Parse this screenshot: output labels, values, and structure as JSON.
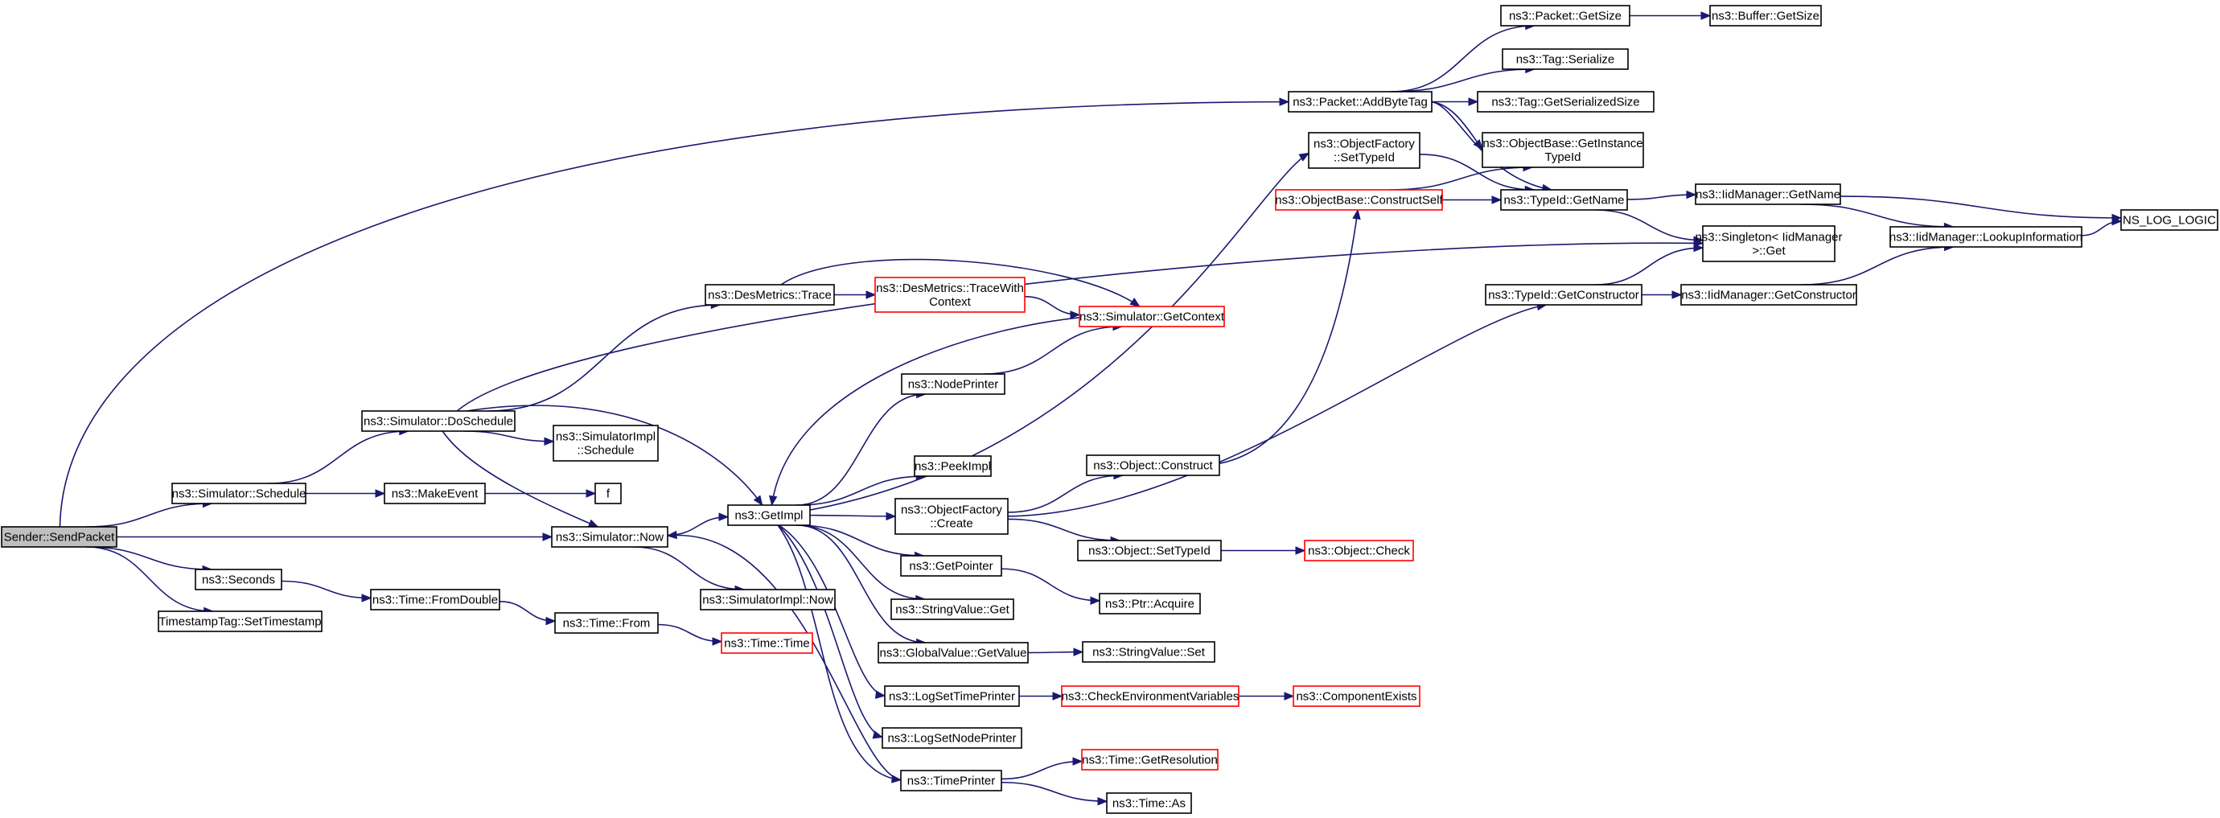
{
  "colors": {
    "edge": "#191970",
    "node_border": "#000000",
    "incomplete_border": "#ff0000",
    "root_fill": "#bfbfbf",
    "background": "#ffffff"
  },
  "nodes": [
    {
      "id": "sendpacket",
      "lines": [
        "Sender::SendPacket"
      ],
      "root": true
    },
    {
      "id": "addbytetag",
      "lines": [
        "ns3::Packet::AddByteTag"
      ]
    },
    {
      "id": "sched",
      "lines": [
        "ns3::Simulator::Schedule"
      ]
    },
    {
      "id": "now",
      "lines": [
        "ns3::Simulator::Now"
      ]
    },
    {
      "id": "seconds",
      "lines": [
        "ns3::Seconds"
      ]
    },
    {
      "id": "settimestamp",
      "lines": [
        "TimestampTag::SetTimestamp"
      ]
    },
    {
      "id": "doschedule",
      "lines": [
        "ns3::Simulator::DoSchedule"
      ]
    },
    {
      "id": "makeevent",
      "lines": [
        "ns3::MakeEvent"
      ]
    },
    {
      "id": "f",
      "lines": [
        "f"
      ]
    },
    {
      "id": "simimplschedule",
      "lines": [
        "ns3::SimulatorImpl",
        "::Schedule"
      ]
    },
    {
      "id": "destrace",
      "lines": [
        "ns3::DesMetrics::Trace"
      ]
    },
    {
      "id": "destracectx",
      "lines": [
        "ns3::DesMetrics::TraceWith",
        "Context"
      ],
      "red": true
    },
    {
      "id": "getcontext",
      "lines": [
        "ns3::Simulator::GetContext"
      ],
      "red": true
    },
    {
      "id": "getimpl",
      "lines": [
        "ns3::GetImpl"
      ]
    },
    {
      "id": "simimplnow",
      "lines": [
        "ns3::SimulatorImpl::Now"
      ]
    },
    {
      "id": "fromdouble",
      "lines": [
        "ns3::Time::FromDouble"
      ]
    },
    {
      "id": "timefrom",
      "lines": [
        "ns3::Time::From"
      ]
    },
    {
      "id": "timetime",
      "lines": [
        "ns3::Time::Time"
      ],
      "red": true
    },
    {
      "id": "nodeprinter",
      "lines": [
        "ns3::NodePrinter"
      ]
    },
    {
      "id": "peekimpl",
      "lines": [
        "ns3::PeekImpl"
      ]
    },
    {
      "id": "ofcreate",
      "lines": [
        "ns3::ObjectFactory",
        "::Create"
      ]
    },
    {
      "id": "getpointer",
      "lines": [
        "ns3::GetPointer"
      ]
    },
    {
      "id": "stringvalueget",
      "lines": [
        "ns3::StringValue::Get"
      ]
    },
    {
      "id": "gvgetvalue",
      "lines": [
        "ns3::GlobalValue::GetValue"
      ]
    },
    {
      "id": "logsettimeprinter",
      "lines": [
        "ns3::LogSetTimePrinter"
      ]
    },
    {
      "id": "logsetnodeprinter",
      "lines": [
        "ns3::LogSetNodePrinter"
      ]
    },
    {
      "id": "timeprinter",
      "lines": [
        "ns3::TimePrinter"
      ]
    },
    {
      "id": "ofsettypeid",
      "lines": [
        "ns3::ObjectFactory",
        "::SetTypeId"
      ]
    },
    {
      "id": "constructself",
      "lines": [
        "ns3::ObjectBase::ConstructSelf"
      ],
      "red": true
    },
    {
      "id": "objconstruct",
      "lines": [
        "ns3::Object::Construct"
      ]
    },
    {
      "id": "objsettypeid",
      "lines": [
        "ns3::Object::SetTypeId"
      ]
    },
    {
      "id": "objcheck",
      "lines": [
        "ns3::Object::Check"
      ],
      "red": true
    },
    {
      "id": "ptracquire",
      "lines": [
        "ns3::Ptr::Acquire"
      ]
    },
    {
      "id": "stringvalueset",
      "lines": [
        "ns3::StringValue::Set"
      ]
    },
    {
      "id": "checkenv",
      "lines": [
        "ns3::CheckEnvironmentVariables"
      ],
      "red": true
    },
    {
      "id": "componentexists",
      "lines": [
        "ns3::ComponentExists"
      ],
      "red": true
    },
    {
      "id": "getresolution",
      "lines": [
        "ns3::Time::GetResolution"
      ],
      "red": true
    },
    {
      "id": "timeas",
      "lines": [
        "ns3::Time::As"
      ]
    },
    {
      "id": "packetgetsize",
      "lines": [
        "ns3::Packet::GetSize"
      ]
    },
    {
      "id": "buffergetsize",
      "lines": [
        "ns3::Buffer::GetSize"
      ]
    },
    {
      "id": "tagserialize",
      "lines": [
        "ns3::Tag::Serialize"
      ]
    },
    {
      "id": "taggetsersize",
      "lines": [
        "ns3::Tag::GetSerializedSize"
      ]
    },
    {
      "id": "getinstancetypeid",
      "lines": [
        "ns3::ObjectBase::GetInstance",
        "TypeId"
      ]
    },
    {
      "id": "typeidgetname",
      "lines": [
        "ns3::TypeId::GetName"
      ]
    },
    {
      "id": "typeidgetctor",
      "lines": [
        "ns3::TypeId::GetConstructor"
      ]
    },
    {
      "id": "iidgetname",
      "lines": [
        "ns3::IidManager::GetName"
      ]
    },
    {
      "id": "singletonget",
      "lines": [
        "ns3::Singleton< IidManager",
        " >::Get"
      ]
    },
    {
      "id": "iidgetctor",
      "lines": [
        "ns3::IidManager::GetConstructor"
      ]
    },
    {
      "id": "lookupinfo",
      "lines": [
        "ns3::IidManager::LookupInformation"
      ]
    },
    {
      "id": "nslog",
      "lines": [
        "NS_LOG_LOGIC"
      ]
    }
  ],
  "edges": [
    [
      "sendpacket",
      "addbytetag"
    ],
    [
      "sendpacket",
      "sched"
    ],
    [
      "sendpacket",
      "now"
    ],
    [
      "sendpacket",
      "seconds"
    ],
    [
      "sendpacket",
      "settimestamp"
    ],
    [
      "sched",
      "doschedule"
    ],
    [
      "sched",
      "makeevent"
    ],
    [
      "makeevent",
      "f"
    ],
    [
      "doschedule",
      "simimplschedule"
    ],
    [
      "doschedule",
      "destrace"
    ],
    [
      "doschedule",
      "getimpl"
    ],
    [
      "doschedule",
      "now"
    ],
    [
      "doschedule",
      "singletonget"
    ],
    [
      "destrace",
      "destracectx"
    ],
    [
      "destrace",
      "getcontext"
    ],
    [
      "destracectx",
      "getcontext"
    ],
    [
      "getcontext",
      "getimpl"
    ],
    [
      "now",
      "getimpl"
    ],
    [
      "now",
      "simimplnow"
    ],
    [
      "seconds",
      "fromdouble"
    ],
    [
      "fromdouble",
      "timefrom"
    ],
    [
      "timefrom",
      "timetime"
    ],
    [
      "getimpl",
      "nodeprinter"
    ],
    [
      "getimpl",
      "peekimpl"
    ],
    [
      "getimpl",
      "ofcreate"
    ],
    [
      "getimpl",
      "getpointer"
    ],
    [
      "getimpl",
      "stringvalueget"
    ],
    [
      "getimpl",
      "gvgetvalue"
    ],
    [
      "getimpl",
      "logsettimeprinter"
    ],
    [
      "getimpl",
      "logsetnodeprinter"
    ],
    [
      "getimpl",
      "timeprinter"
    ],
    [
      "getimpl",
      "ofsettypeid"
    ],
    [
      "nodeprinter",
      "getcontext"
    ],
    [
      "timeprinter",
      "now"
    ],
    [
      "timeprinter",
      "getresolution"
    ],
    [
      "timeprinter",
      "timeas"
    ],
    [
      "ofcreate",
      "objconstruct"
    ],
    [
      "ofcreate",
      "objsettypeid"
    ],
    [
      "ofcreate",
      "typeidgetctor"
    ],
    [
      "objconstruct",
      "constructself"
    ],
    [
      "objsettypeid",
      "objcheck"
    ],
    [
      "getpointer",
      "ptracquire"
    ],
    [
      "gvgetvalue",
      "stringvalueset"
    ],
    [
      "logsettimeprinter",
      "checkenv"
    ],
    [
      "checkenv",
      "componentexists"
    ],
    [
      "ofsettypeid",
      "typeidgetname"
    ],
    [
      "constructself",
      "getinstancetypeid"
    ],
    [
      "constructself",
      "typeidgetname"
    ],
    [
      "addbytetag",
      "packetgetsize"
    ],
    [
      "addbytetag",
      "tagserialize"
    ],
    [
      "addbytetag",
      "taggetsersize"
    ],
    [
      "addbytetag",
      "getinstancetypeid"
    ],
    [
      "addbytetag",
      "typeidgetname"
    ],
    [
      "packetgetsize",
      "buffergetsize"
    ],
    [
      "typeidgetname",
      "iidgetname"
    ],
    [
      "typeidgetname",
      "singletonget"
    ],
    [
      "iidgetname",
      "lookupinfo"
    ],
    [
      "iidgetname",
      "nslog"
    ],
    [
      "typeidgetctor",
      "singletonget"
    ],
    [
      "typeidgetctor",
      "iidgetctor"
    ],
    [
      "iidgetctor",
      "lookupinfo"
    ],
    [
      "lookupinfo",
      "nslog"
    ]
  ]
}
